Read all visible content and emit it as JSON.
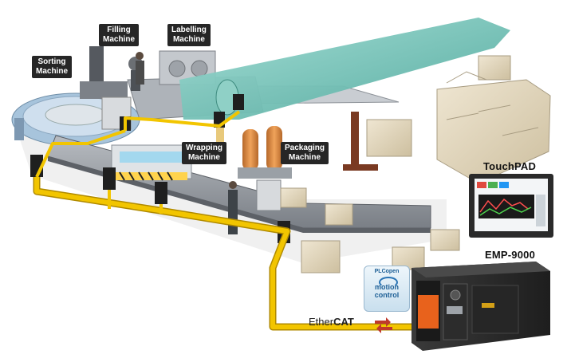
{
  "labels": {
    "sorting": [
      "Sorting",
      "Machine"
    ],
    "filling": [
      "Filling",
      "Machine"
    ],
    "labelling": [
      "Labelling",
      "Machine"
    ],
    "wrapping": [
      "Wrapping",
      "Machine"
    ],
    "packaging": [
      "Packaging",
      "Machine"
    ]
  },
  "devices": {
    "touchpad": "TouchPAD",
    "controller": "EMP-9000"
  },
  "bus": {
    "prefix": "Ether",
    "suffix": "CAT"
  },
  "badge": {
    "brand": "PLCopen",
    "line1": "motion",
    "line2": "control"
  },
  "colors": {
    "bus_line": "#f2c500",
    "bus_outline": "#b08a00",
    "conveyor": "#8a8f96",
    "carton": "#e2d6bd",
    "callout_bg": "#262626",
    "controller_body": "#2b2b2b",
    "terminal_orange": "#e8621c",
    "packaging_tank": "#d9883a",
    "wrap_film": "#6fc3b8"
  },
  "icons": [
    "ethercat-arrows-icon",
    "plcopen-motion-control-logo"
  ]
}
